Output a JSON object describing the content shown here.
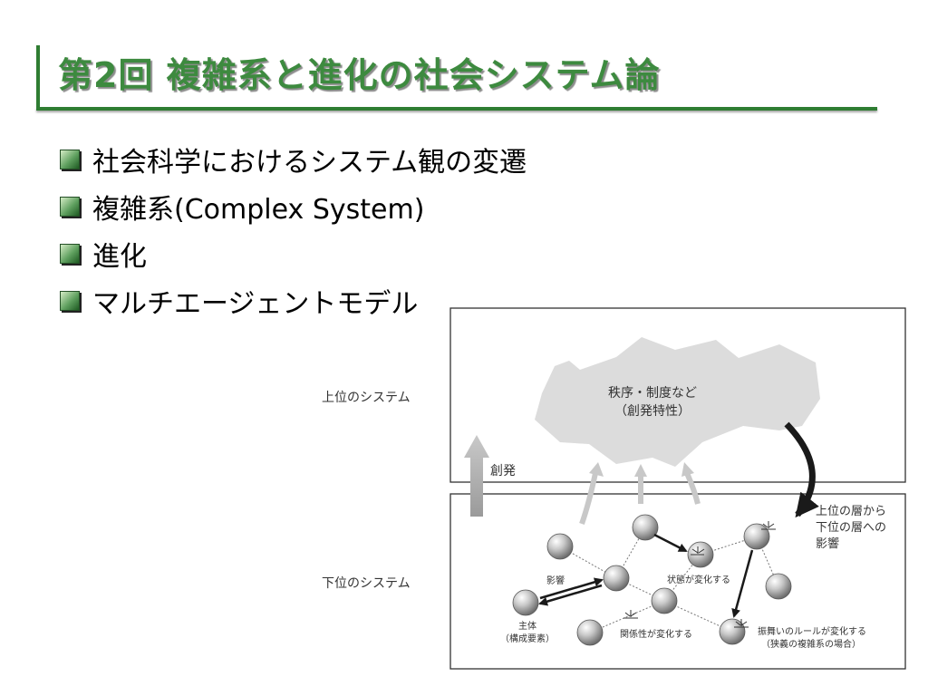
{
  "slide": {
    "title": "第2回 複雑系と進化の社会システム論",
    "bullets": [
      "社会科学におけるシステム観の変遷",
      "複雑系(Complex System)",
      "進化",
      "マルチエージェントモデル"
    ]
  },
  "diagram": {
    "upper_system_label": "上位のシステム",
    "lower_system_label": "下位のシステム",
    "cloud_label_1": "秩序・制度など",
    "cloud_label_2": "（創発特性）",
    "emergence_label": "創発",
    "influence_label_1": "上位の層から",
    "influence_label_2": "下位の層への",
    "influence_label_3": "影響",
    "state_change_label": "状態が変化する",
    "influence_small_label": "影響",
    "agent_label_1": "主体",
    "agent_label_2": "（構成要素）",
    "relation_change_label": "関係性が変化する",
    "rule_change_label_1": "振舞いのルールが変化する",
    "rule_change_label_2": "（狭義の複雑系の場合）"
  },
  "colors": {
    "title_green": "#3d8a3f",
    "rule_green": "#2f7d32",
    "cloud_gray": "#dcdcdc",
    "arrow_light_gray": "#c8c8c8",
    "arrow_dark": "#1a1a1a"
  }
}
